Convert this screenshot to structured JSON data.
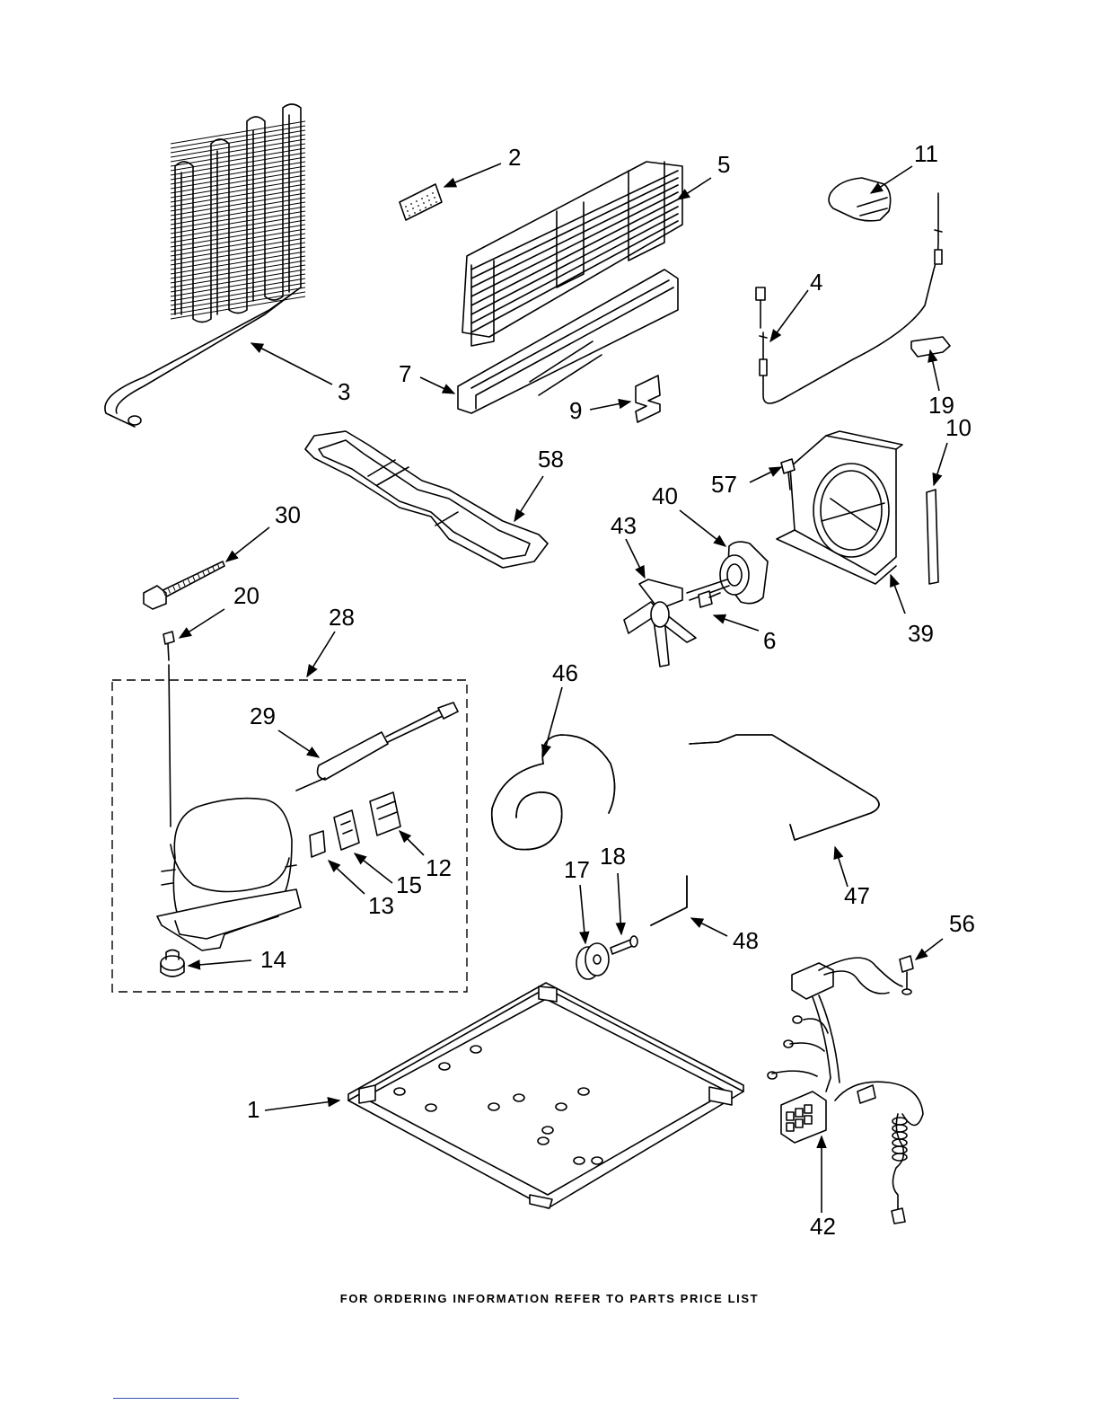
{
  "callouts": [
    {
      "id": "1",
      "text": "1"
    },
    {
      "id": "2",
      "text": "2"
    },
    {
      "id": "3",
      "text": "3"
    },
    {
      "id": "4",
      "text": "4"
    },
    {
      "id": "5",
      "text": "5"
    },
    {
      "id": "6",
      "text": "6"
    },
    {
      "id": "7",
      "text": "7"
    },
    {
      "id": "9",
      "text": "9"
    },
    {
      "id": "10",
      "text": "10"
    },
    {
      "id": "11",
      "text": "11"
    },
    {
      "id": "12",
      "text": "12"
    },
    {
      "id": "13",
      "text": "13"
    },
    {
      "id": "14",
      "text": "14"
    },
    {
      "id": "15",
      "text": "15"
    },
    {
      "id": "17",
      "text": "17"
    },
    {
      "id": "18",
      "text": "18"
    },
    {
      "id": "19",
      "text": "19"
    },
    {
      "id": "20",
      "text": "20"
    },
    {
      "id": "28",
      "text": "28"
    },
    {
      "id": "29",
      "text": "29"
    },
    {
      "id": "30",
      "text": "30"
    },
    {
      "id": "39",
      "text": "39"
    },
    {
      "id": "40",
      "text": "40"
    },
    {
      "id": "42",
      "text": "42"
    },
    {
      "id": "43",
      "text": "43"
    },
    {
      "id": "46",
      "text": "46"
    },
    {
      "id": "47",
      "text": "47"
    },
    {
      "id": "48",
      "text": "48"
    },
    {
      "id": "56",
      "text": "56"
    },
    {
      "id": "57",
      "text": "57"
    },
    {
      "id": "58",
      "text": "58"
    }
  ],
  "footer": {
    "text": "FOR ORDERING INFORMATION REFER TO PARTS PRICE LIST"
  }
}
